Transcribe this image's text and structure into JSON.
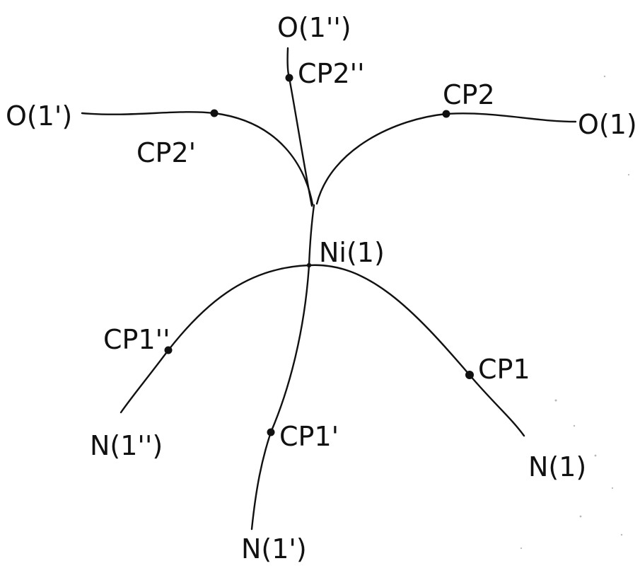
{
  "diagram": {
    "atoms": {
      "center": "Ni(1)",
      "o1": "O(1)",
      "o1p": "O(1')",
      "o1pp": "O(1'')",
      "n1": "N(1)",
      "n1p": "N(1')",
      "n1pp": "N(1'')"
    },
    "critical_points": {
      "cp1": "CP1",
      "cp1p": "CP1'",
      "cp1pp": "CP1''",
      "cp2": "CP2",
      "cp2p": "CP2'",
      "cp2pp": "CP2''"
    },
    "colors": {
      "line": "#111111",
      "background": "#ffffff",
      "texture": "#b8b8b8"
    }
  }
}
